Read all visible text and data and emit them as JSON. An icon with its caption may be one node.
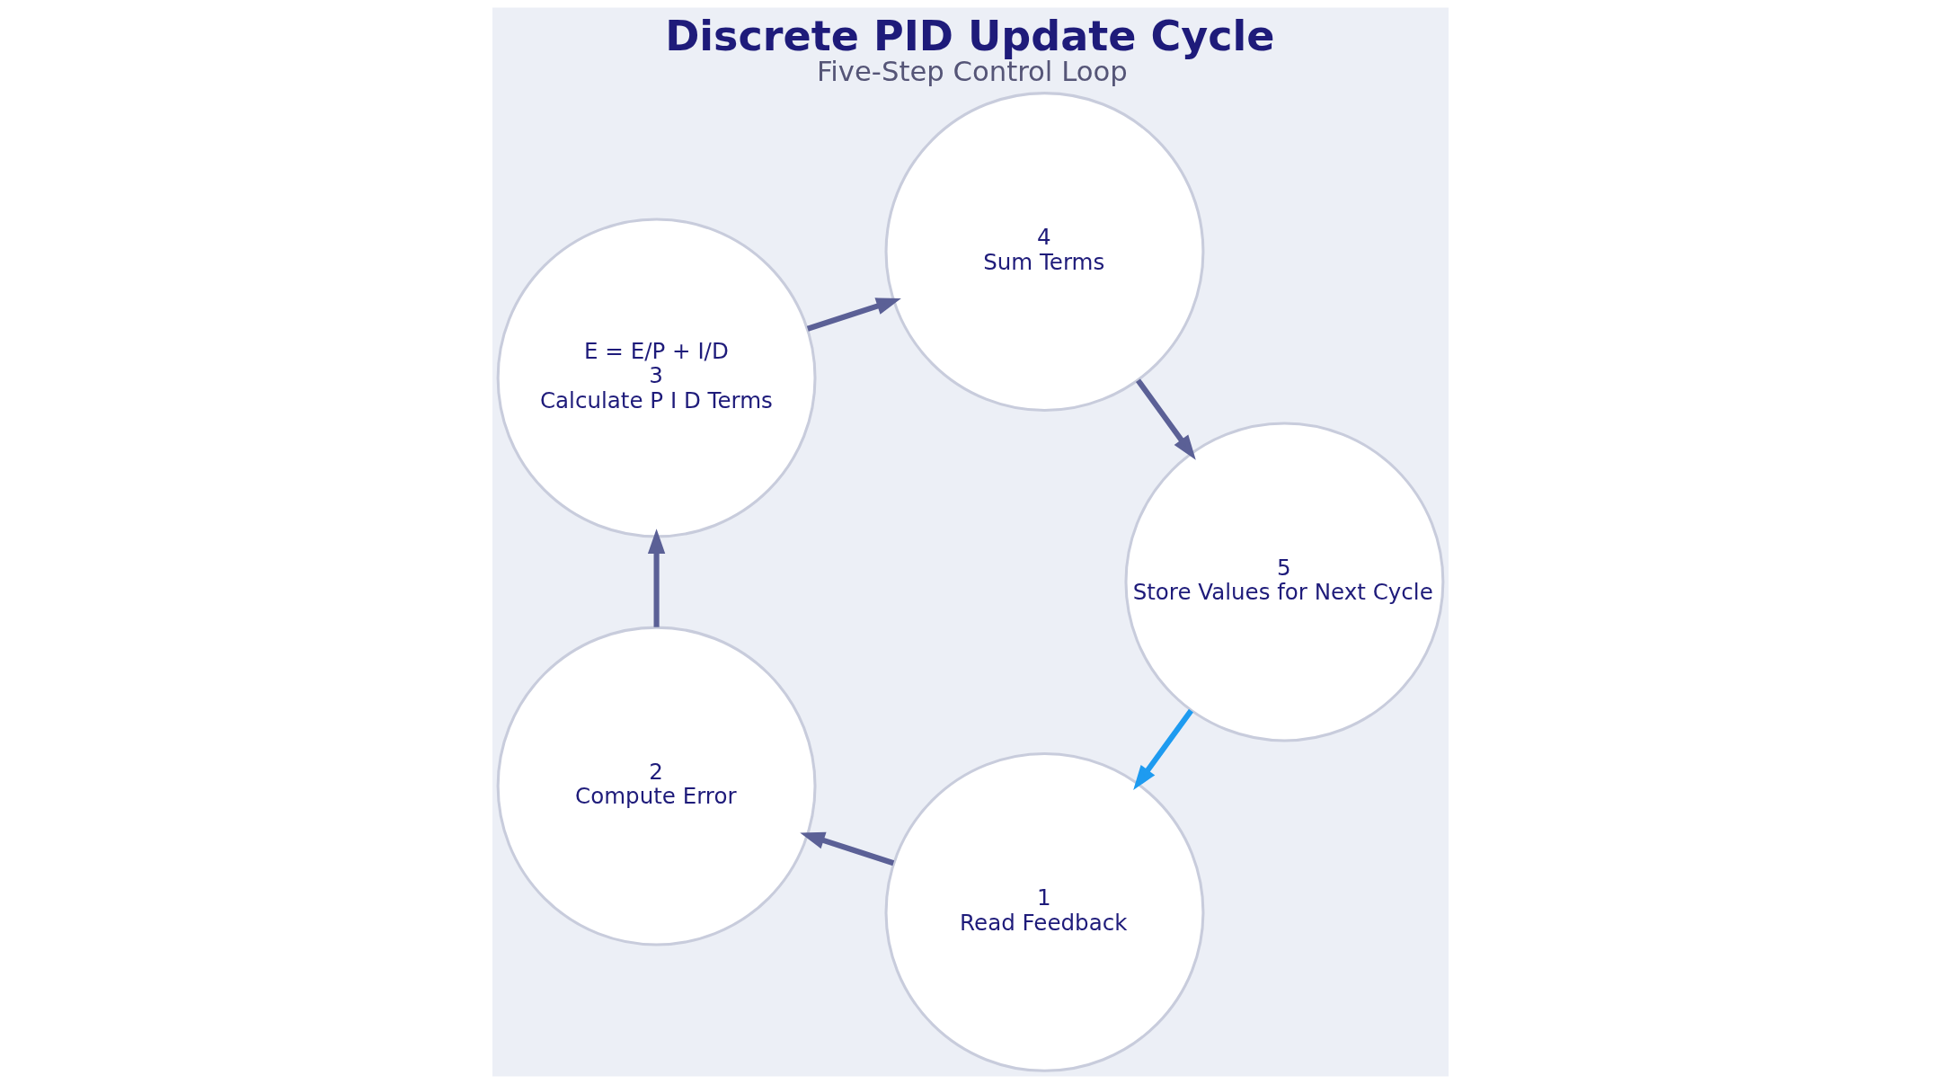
{
  "diagram": {
    "title": "Discrete PID Update Cycle",
    "caption": "Five-Step Control Loop",
    "nodes": [
      {
        "text": [
          "1",
          "Read Feedback"
        ]
      },
      {
        "text": [
          "2",
          "Compute Error"
        ]
      },
      {
        "text": [
          "E = E/P + I/D",
          "3",
          "Calculate P I D Terms"
        ]
      },
      {
        "text": [
          "4",
          "Sum Terms"
        ]
      },
      {
        "text": [
          "5",
          "Store Values for Next Cycle"
        ]
      }
    ],
    "edges": [
      {
        "from": 0,
        "to": 1,
        "arrow": "to"
      },
      {
        "from": 1,
        "to": 2,
        "arrow": "to"
      },
      {
        "from": 2,
        "to": 3,
        "arrow": "to"
      },
      {
        "from": 3,
        "to": 4,
        "arrow": "to"
      },
      {
        "from": 4,
        "to": 0,
        "arrow": "to",
        "color": "#1e9bf0"
      }
    ]
  }
}
